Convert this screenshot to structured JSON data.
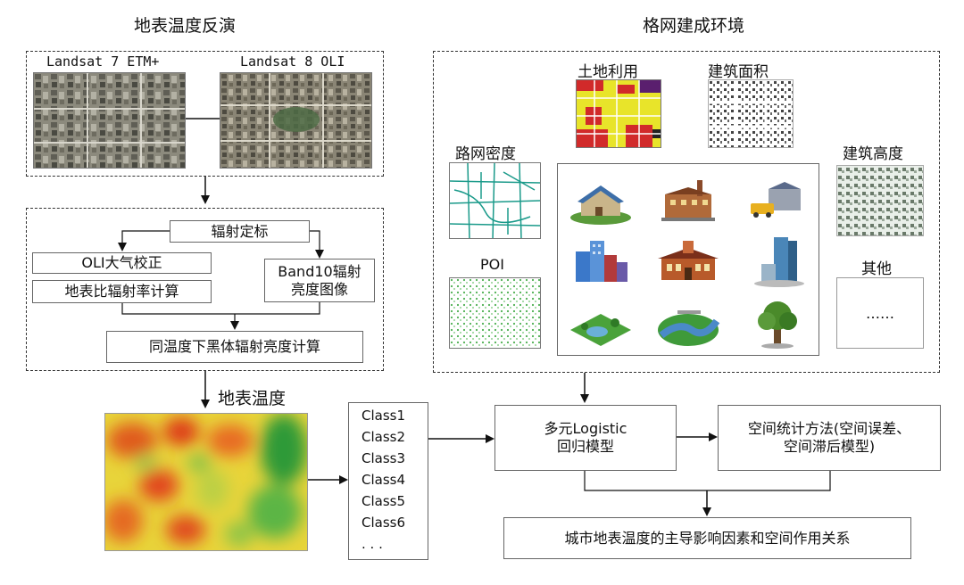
{
  "left": {
    "title": "地表温度反演",
    "landsat7_label": "Landsat 7 ETM+",
    "landsat8_label": "Landsat 8 OLI",
    "radiometric_calibration": "辐射定标",
    "oli_atmospheric_correction": "OLI大气校正",
    "emissivity_calc": "地表比辐射率计算",
    "band10_line1": "Band10辐射",
    "band10_line2": "亮度图像",
    "blackbody_calc": "同温度下黑体辐射亮度计算",
    "lst_label": "地表温度"
  },
  "right": {
    "title": "格网建成环境",
    "land_use": "土地利用",
    "building_area": "建筑面积",
    "road_density": "路网密度",
    "building_height": "建筑高度",
    "poi": "POI",
    "others": "其他",
    "ellipsis": "……"
  },
  "classes": [
    "Class1",
    "Class2",
    "Class3",
    "Class4",
    "Class5",
    "Class6",
    ". . ."
  ],
  "model": {
    "logistic_line1": "多元Logistic",
    "logistic_line2": "回归模型",
    "spatial_line1": "空间统计方法(空间误差、",
    "spatial_line2": "空间滞后模型)",
    "result": "城市地表温度的主导影响因素和空间作用关系"
  },
  "icons": [
    "house-icon",
    "factory-icon",
    "school-bus-icon",
    "city-buildings-icon",
    "school-icon",
    "skyscraper-icon",
    "park-icon",
    "river-icon",
    "tree-icon"
  ]
}
